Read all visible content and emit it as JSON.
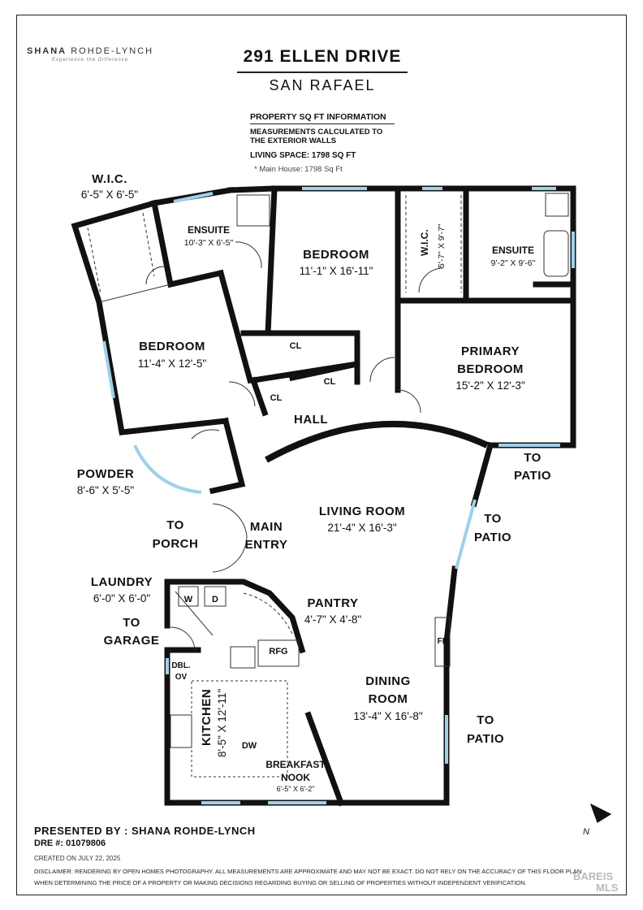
{
  "branding": {
    "name_first": "SHANA",
    "name_last": "ROHDE-LYNCH",
    "tagline": "Experience the Difference"
  },
  "header": {
    "address": "291 ELLEN DRIVE",
    "city": "SAN RAFAEL"
  },
  "sqft": {
    "title": "PROPERTY SQ FT INFORMATION",
    "measurement_note": "MEASUREMENTS CALCULATED TO THE EXTERIOR WALLS",
    "living_space": "LIVING SPACE: 1798 SQ FT",
    "main_house": "*  Main House:  1798 Sq Ft"
  },
  "rooms": {
    "wic_left": {
      "name": "W.I.C.",
      "dims": "6'-5\" X 6'-5\""
    },
    "ensuite_left": {
      "name": "ENSUITE",
      "dims": "10'-3\" X 6'-5\""
    },
    "bedroom_top": {
      "name": "BEDROOM",
      "dims": "11'-1\" X 16'-11\""
    },
    "wic_right": {
      "name": "W.I.C.",
      "dims": "5'-7\" X 9'-7\""
    },
    "ensuite_right": {
      "name": "ENSUITE",
      "dims": "9'-2\" X 9'-6\""
    },
    "bedroom_left": {
      "name": "BEDROOM",
      "dims": "11'-4\" X 12'-5\""
    },
    "primary": {
      "name_1": "PRIMARY",
      "name_2": "BEDROOM",
      "dims": "15'-2\" X 12'-3\""
    },
    "hall": {
      "name": "HALL"
    },
    "powder": {
      "name": "POWDER",
      "dims": "8'-6\" X 5'-5\""
    },
    "living": {
      "name": "LIVING ROOM",
      "dims": "21'-4\" X 16'-3\""
    },
    "main_entry": {
      "name_1": "MAIN",
      "name_2": "ENTRY"
    },
    "laundry": {
      "name": "LAUNDRY",
      "dims": "6'-0\" X 6'-0\""
    },
    "pantry": {
      "name": "PANTRY",
      "dims": "4'-7\" X 4'-8\""
    },
    "kitchen": {
      "name": "KITCHEN",
      "dims": "8'-5\" X 12'-11\""
    },
    "dining": {
      "name_1": "DINING",
      "name_2": "ROOM",
      "dims": "13'-4\" X 16'-8\""
    },
    "breakfast": {
      "name_1": "BREAKFAST",
      "name_2": "NOOK",
      "dims": "6'-5\" X 6'-2\""
    }
  },
  "exits": {
    "to_patio_1": [
      "TO",
      "PATIO"
    ],
    "to_patio_2": [
      "TO",
      "PATIO"
    ],
    "to_patio_3": [
      "TO",
      "PATIO"
    ],
    "to_porch": [
      "TO",
      "PORCH"
    ],
    "to_garage": [
      "TO",
      "GARAGE"
    ]
  },
  "fixtures": {
    "closet_1": "CL",
    "closet_2": "CL",
    "closet_3": "CL",
    "washer": "W",
    "dryer": "D",
    "refrigerator": "RFG",
    "double_oven_1": "DBL.",
    "double_oven_2": "OV",
    "dishwasher": "DW",
    "fireplace": "FP"
  },
  "compass": {
    "label": "N"
  },
  "footer": {
    "presented_by": "PRESENTED BY : SHANA ROHDE-LYNCH",
    "dre": "DRE #: 01079806",
    "created": "CREATED ON JULY 22, 2025",
    "disclaimer_1": "DISCLAIMER: RENDERING BY OPEN HOMES PHOTOGRAPHY. ALL MEASUREMENTS ARE APPROXIMATE AND MAY NOT BE EXACT. DO NOT RELY ON THE ACCURACY OF THIS FLOOR PLAN",
    "disclaimer_2": "WHEN DETERMINING THE PRICE OF A PROPERTY OR MAKING DECISIONS REGARDING BUYING OR SELLING OF PROPERTIES WITHOUT INDEPENDENT VERIFICATION.",
    "watermark_1": "BAREIS",
    "watermark_2": "MLS"
  },
  "colors": {
    "wall": "#111111",
    "window": "#9fd0ea",
    "thin": "#333333"
  }
}
